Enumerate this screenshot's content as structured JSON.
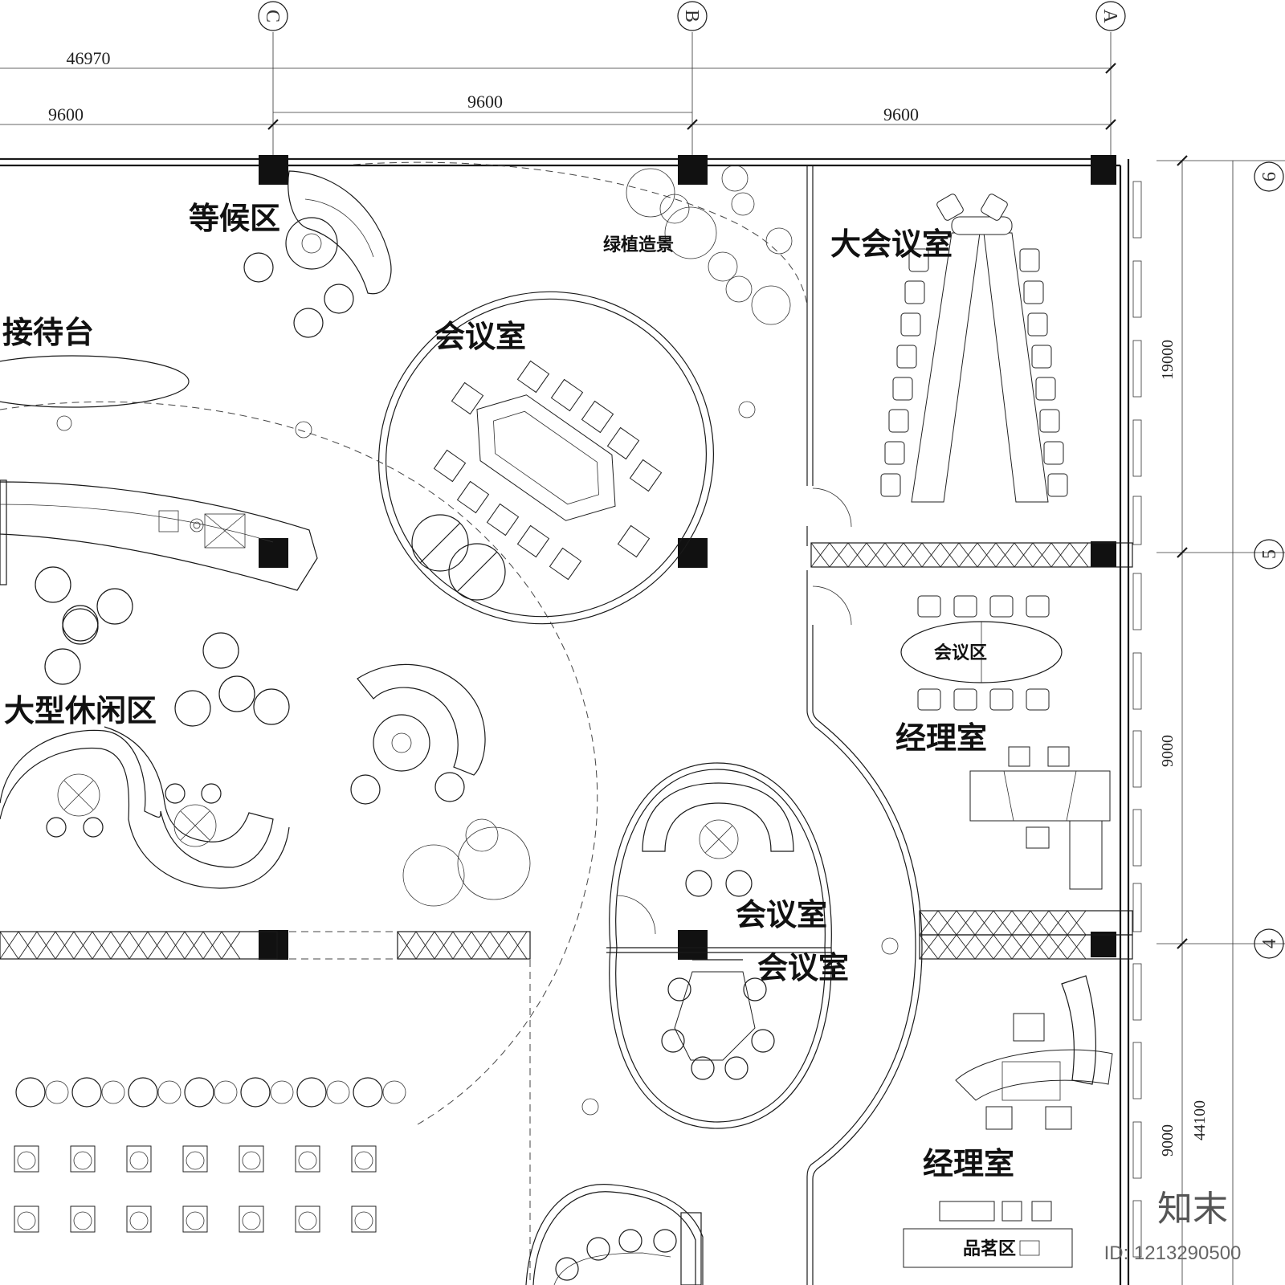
{
  "dimensions": {
    "total": "46970",
    "bay_left": "9600",
    "bay_mid": "9600",
    "bay_right": "9600",
    "right_top": "19000",
    "right_mid": "9000",
    "right_bot": "9000",
    "right_total": "44100"
  },
  "axes": {
    "top": [
      "C",
      "B",
      "A"
    ],
    "right": [
      "6",
      "5",
      "4"
    ]
  },
  "rooms": {
    "waiting": "等候区",
    "reception": "接待台",
    "landscape": "绿植造景",
    "big_meeting": "大会议室",
    "meeting_oval": "会议室",
    "meeting_area": "会议区",
    "manager_1": "经理室",
    "lounge": "大型休闲区",
    "meeting_small_a": "会议室",
    "meeting_small_b": "会议室",
    "manager_2": "经理室",
    "tea_area": "品茗区"
  },
  "watermark": {
    "brand": "知末",
    "id": "ID: 1213290500"
  },
  "colors": {
    "line": "#1a1a1a",
    "column": "#111111",
    "background": "#ffffff"
  }
}
